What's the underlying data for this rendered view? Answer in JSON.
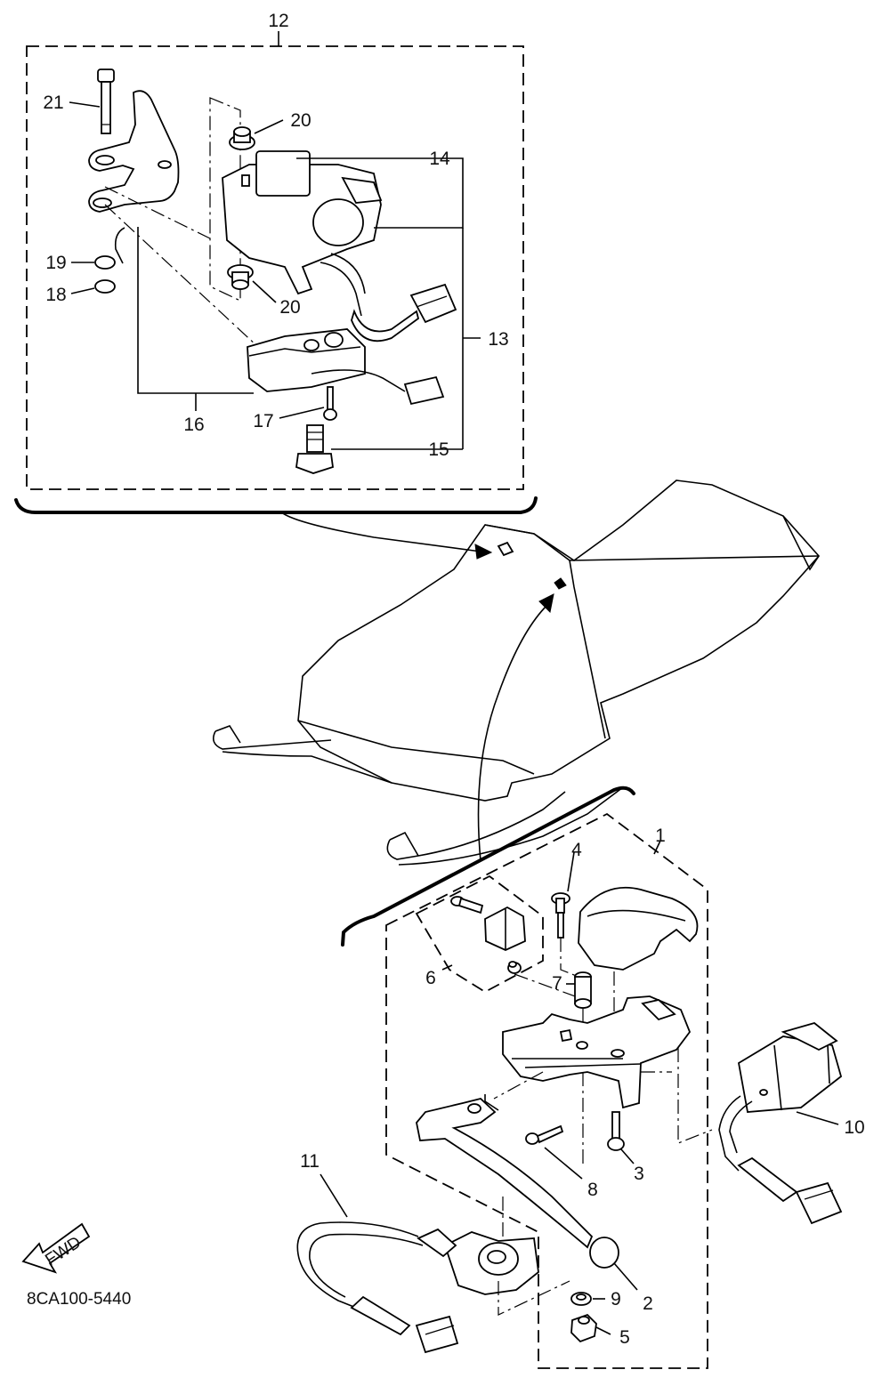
{
  "diagram": {
    "callouts": {
      "c1": "1",
      "c2": "2",
      "c3": "3",
      "c4": "4",
      "c5": "5",
      "c6": "6",
      "c7": "7",
      "c8": "8",
      "c9": "9",
      "c10": "10",
      "c11": "11",
      "c12": "12",
      "c13": "13",
      "c14": "14",
      "c15": "15",
      "c16": "16",
      "c17": "17",
      "c18": "18",
      "c19": "19",
      "c20a": "20",
      "c20b": "20",
      "c21": "21"
    },
    "fwd_label": "FWD",
    "drawing_code": "8CA100-5440"
  }
}
